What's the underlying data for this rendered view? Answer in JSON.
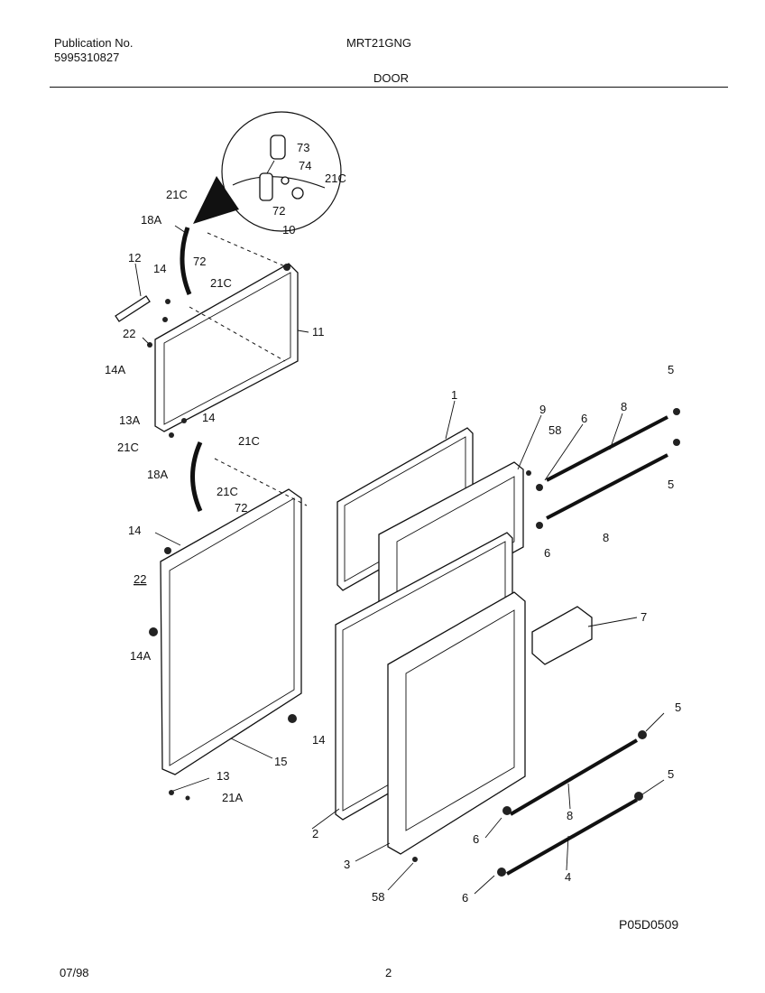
{
  "header": {
    "publication_label": "Publication No.",
    "publication_number": "5995310827",
    "model": "MRT21GNG",
    "section": "DOOR"
  },
  "footer": {
    "date": "07/98",
    "page": "2",
    "diagram_code": "P05D0509"
  },
  "callouts": {
    "c73": "73",
    "c74": "74",
    "c21C_a": "21C",
    "c72_a": "72",
    "c21C_b": "21C",
    "c18A_a": "18A",
    "c72_b": "72",
    "c10": "10",
    "c12": "12",
    "c14_a": "14",
    "c21C_c": "21C",
    "c22_a": "22",
    "c11": "11",
    "c14A_a": "14A",
    "c13A": "13A",
    "c14_b": "14",
    "c21C_d": "21C",
    "c21C_e": "21C",
    "c18A_b": "18A",
    "c21C_f": "21C",
    "c72_c": "72",
    "c14_c": "14",
    "c22_b": "22",
    "c14A_b": "14A",
    "c14_d": "14",
    "c15": "15",
    "c13": "13",
    "c21A": "21A",
    "c1": "1",
    "c9": "9",
    "c58_a": "58",
    "c6_a": "6",
    "c8_a": "8",
    "c5_a": "5",
    "c5_b": "5",
    "c8_b": "8",
    "c6_b": "6",
    "c7": "7",
    "c2": "2",
    "c3": "3",
    "c58_b": "58",
    "c5_c": "5",
    "c5_d": "5",
    "c8_c": "8",
    "c6_c": "6",
    "c4": "4",
    "c6_d": "6"
  }
}
